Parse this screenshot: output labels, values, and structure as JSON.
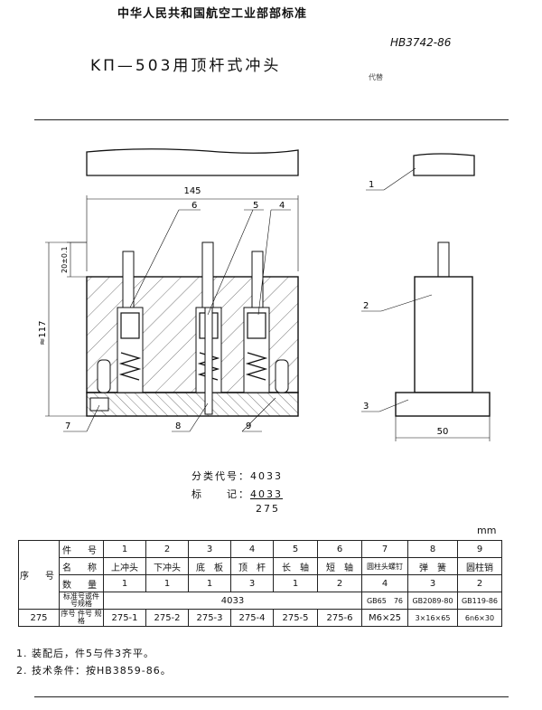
{
  "header": {
    "organization": "中华人民共和国航空工业部部标准",
    "title": "KП—503用顶杆式冲头",
    "standard_code": "HB3742-86",
    "replaces": "代替"
  },
  "drawing": {
    "dimension_145": "145",
    "dimension_20": "20±0.1",
    "dimension_117": "≈117",
    "dimension_50": "50",
    "callouts": [
      "1",
      "2",
      "3",
      "4",
      "5",
      "6",
      "7",
      "8",
      "9"
    ]
  },
  "classification": {
    "code_label": "分类代号：",
    "code_value": "4033",
    "mark_label": "标　　记：",
    "mark_numerator": "4033",
    "mark_denominator": "275"
  },
  "units": "mm",
  "table": {
    "row_part_no_label": "件　号",
    "row_name_label": "名　称",
    "row_qty_label": "数　量",
    "row_std_label": "标准号或件号规格",
    "seq_label": "序　号",
    "part_numbers": [
      "1",
      "2",
      "3",
      "4",
      "5",
      "6",
      "7",
      "8",
      "9"
    ],
    "part_names": [
      "上冲头",
      "下冲头",
      "底　板",
      "顶　杆",
      "长　轴",
      "短　轴",
      "圆柱头螺钉",
      "弹　簧",
      "圆柱销"
    ],
    "quantities": [
      "1",
      "1",
      "1",
      "3",
      "1",
      "2",
      "4",
      "3",
      "2"
    ],
    "std_merged": "4033",
    "std_7": "GB65　76",
    "std_8": "GB2089-80",
    "std_9": "GB119-86",
    "spec_label": "序号 件号 规格",
    "seq_value": "275",
    "specs": [
      "275-1",
      "275-2",
      "275-3",
      "275-4",
      "275-5",
      "275-6",
      "M6×25",
      "3×16×65",
      "6n6×30"
    ]
  },
  "notes": [
    "1. 装配后，件5与件3齐平。",
    "2. 技术条件：按HB3859-86。"
  ]
}
